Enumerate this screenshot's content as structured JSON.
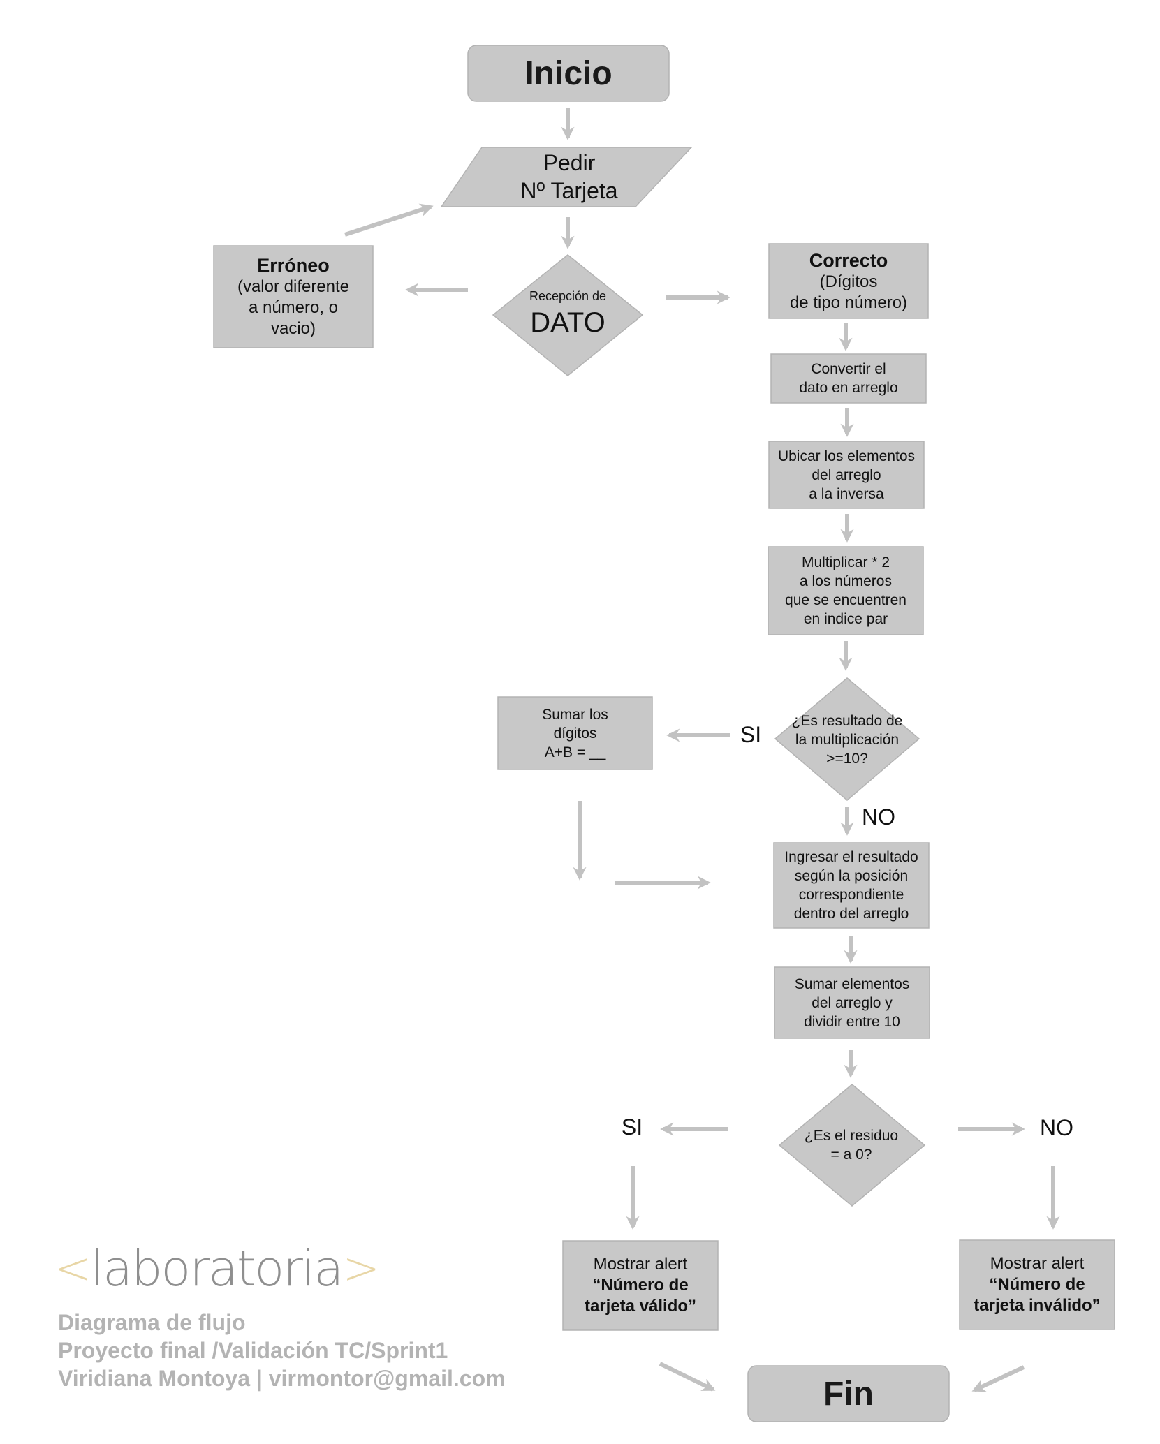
{
  "diagram": {
    "nodes": {
      "start": {
        "label": "Inicio"
      },
      "input": {
        "label": "Pedir\nNº Tarjeta"
      },
      "receive": {
        "small": "Recepción de",
        "big": "DATO"
      },
      "error": {
        "title": "Erróneo",
        "desc": "(valor diferente\na número, o\nvacio)"
      },
      "correct": {
        "title": "Correcto",
        "desc": "(Dígitos\nde tipo número)"
      },
      "convert": {
        "label": "Convertir el\ndato en arreglo"
      },
      "reverse": {
        "label": "Ubicar los elementos\ndel arreglo\na la inversa"
      },
      "multiply": {
        "label": "Multiplicar * 2\na los números\nque se encuentren\nen indice par"
      },
      "check10": {
        "label": "¿Es resultado de\nla multiplicación\n>=10?"
      },
      "sumdigits": {
        "label": "Sumar los\ndígitos\nA+B = __"
      },
      "insert": {
        "label": "Ingresar el resultado\nsegún la posición\ncorrespondiente\ndentro del arreglo"
      },
      "sumall": {
        "label": "Sumar elementos\ndel arreglo y\ndividir entre 10"
      },
      "residue": {
        "label": "¿Es el residuo\n= a 0?"
      },
      "valid": {
        "line1": "Mostrar alert",
        "line2": "“Número de\ntarjeta válido”"
      },
      "invalid": {
        "line1": "Mostrar alert",
        "line2": "“Número de\ntarjeta inválido”"
      },
      "end": {
        "label": "Fin"
      }
    },
    "edge_labels": {
      "check10_yes": "SI",
      "check10_no": "NO",
      "residue_yes": "SI",
      "residue_no": "NO"
    }
  },
  "branding": {
    "logo_open": "<",
    "logo_text": "laboratoria",
    "logo_close": ">",
    "credit_lines": [
      "Diagrama de flujo",
      "Proyecto final /Validación TC/Sprint1",
      "Viridiana Montoya | virmontor@gmail.com"
    ]
  }
}
